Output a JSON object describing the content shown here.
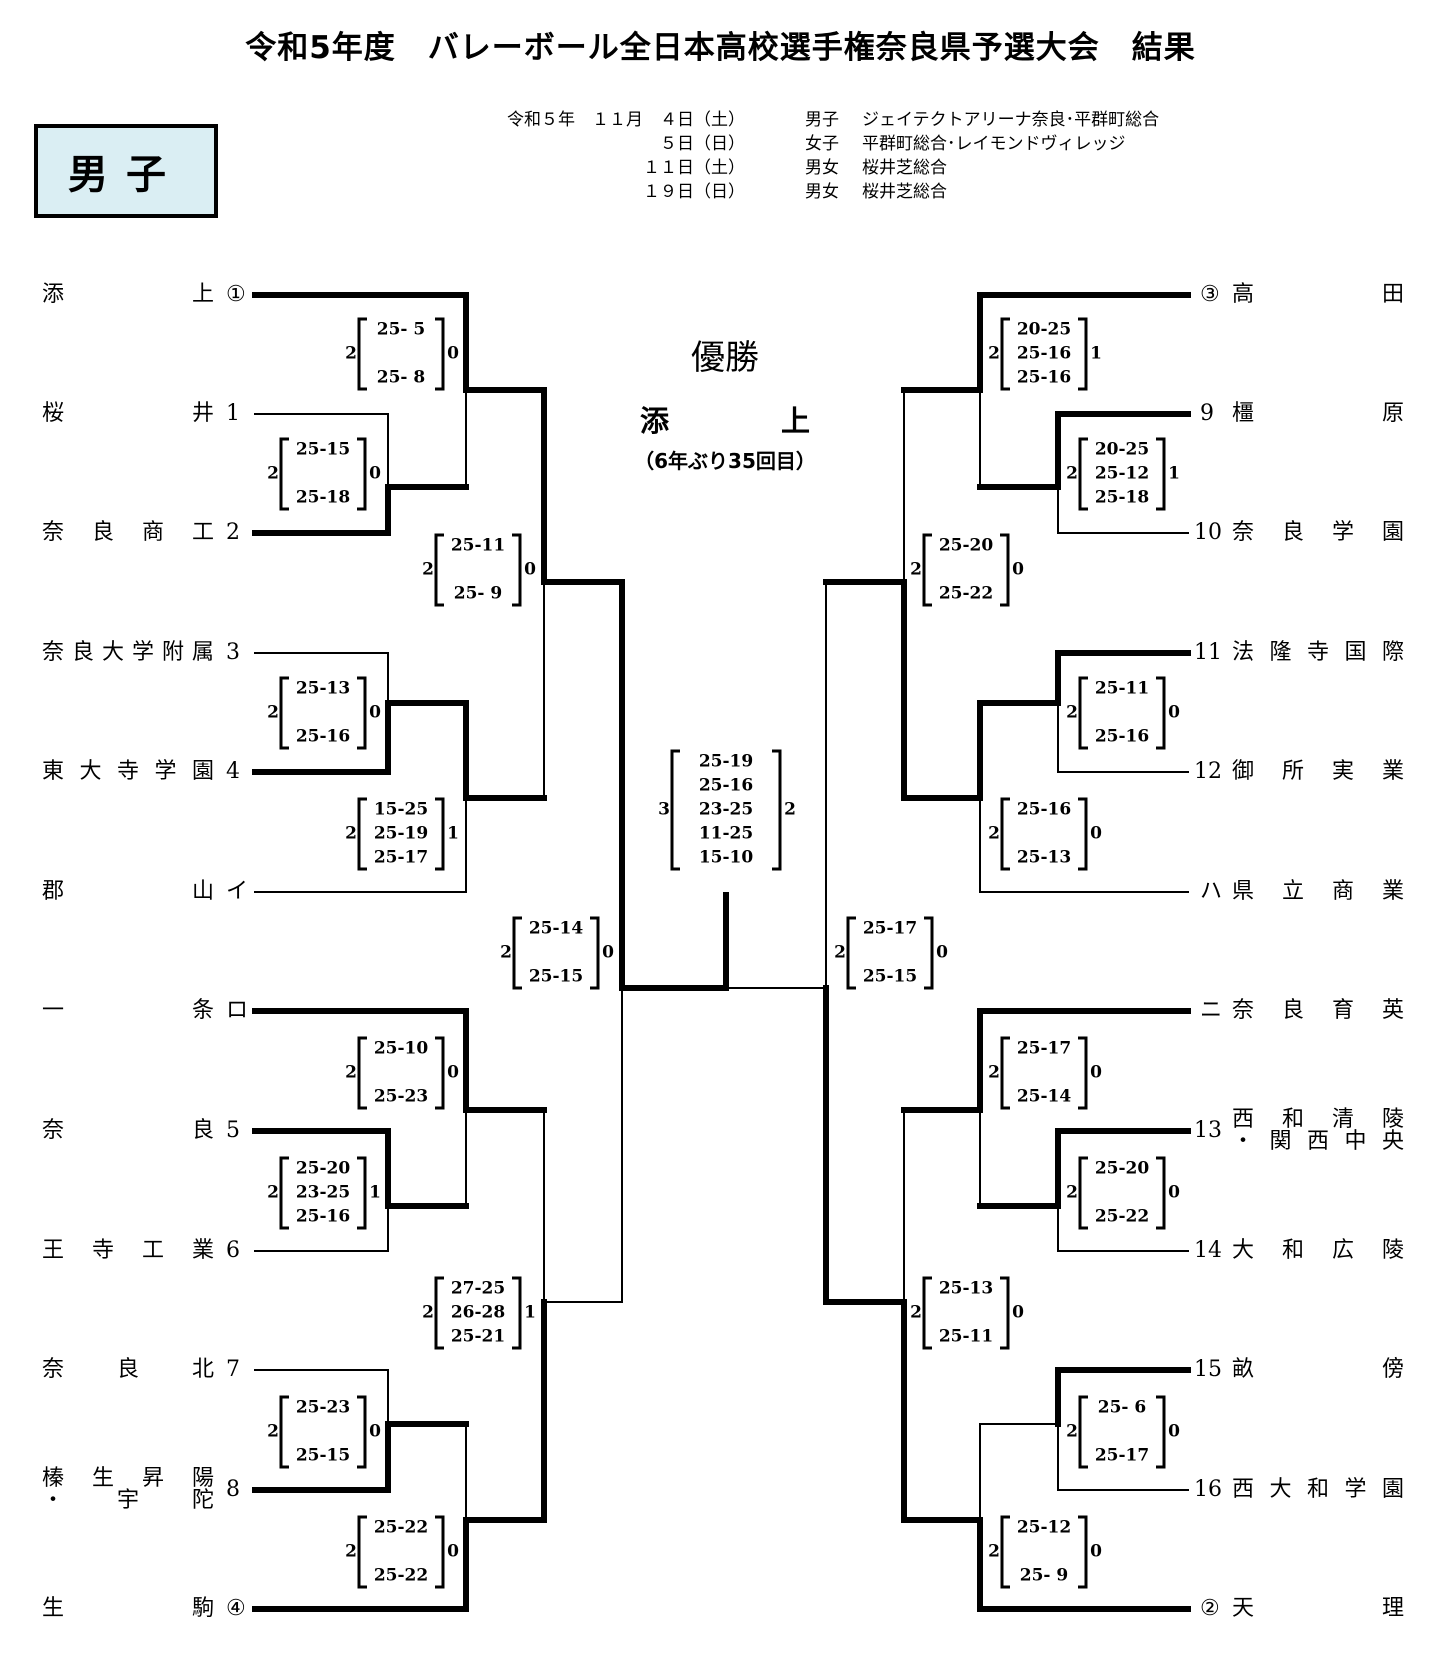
{
  "title": "令和5年度　バレーボール全日本高校選手権奈良県予選大会　結果",
  "schedule": [
    {
      "date": "令和５年　１１月　４日（土）",
      "gender": "男子",
      "venue": "ジェイテクトアリーナ奈良･平群町総合"
    },
    {
      "date": "５日（日）",
      "gender": "女子",
      "venue": "平群町総合･レイモンドヴィレッジ"
    },
    {
      "date": "１１日（土）",
      "gender": "男女",
      "venue": "桜井芝総合"
    },
    {
      "date": "１９日（日）",
      "gender": "男女",
      "venue": "桜井芝総合"
    }
  ],
  "division": "男子",
  "champion": {
    "label": "優勝",
    "team": "添上",
    "note": "（6年ぶり35回目）"
  },
  "left_teams": [
    {
      "name": "添上",
      "seed": "①"
    },
    {
      "name": "桜井",
      "seed": "1"
    },
    {
      "name": "奈良商工",
      "seed": "2"
    },
    {
      "name": "奈良大学附属",
      "seed": "3"
    },
    {
      "name": "東大寺学園",
      "seed": "4"
    },
    {
      "name": "郡山",
      "seed": "イ"
    },
    {
      "name": "一条",
      "seed": "ロ"
    },
    {
      "name": "奈良",
      "seed": "5"
    },
    {
      "name": "王寺工業",
      "seed": "6"
    },
    {
      "name": "奈良北",
      "seed": "7"
    },
    {
      "name": "榛生昇陽・宇陀",
      "seed": "8",
      "lines": [
        "榛生昇陽",
        "・ 宇 陀"
      ]
    },
    {
      "name": "生駒",
      "seed": "④"
    }
  ],
  "right_teams": [
    {
      "name": "高田",
      "seed": "③"
    },
    {
      "name": "橿原",
      "seed": "9"
    },
    {
      "name": "奈良学園",
      "seed": "10"
    },
    {
      "name": "法隆寺国際",
      "seed": "11"
    },
    {
      "name": "御所実業",
      "seed": "12"
    },
    {
      "name": "県立商業",
      "seed": "ハ"
    },
    {
      "name": "奈良育英",
      "seed": "ニ"
    },
    {
      "name": "西和清陵・関西中央",
      "seed": "13",
      "lines": [
        "西和清陵",
        "・関西中央"
      ]
    },
    {
      "name": "大和広陵",
      "seed": "14"
    },
    {
      "name": "畝傍",
      "seed": "15"
    },
    {
      "name": "西大和学園",
      "seed": "16"
    },
    {
      "name": "天理",
      "seed": "②"
    }
  ],
  "matches": [
    {
      "id": "L1",
      "winner": "添上",
      "loser": "桜井/奈良商工 winner",
      "sets": [
        "25- 5",
        "25- 8"
      ],
      "won": 2,
      "lost": 0
    },
    {
      "id": "L2",
      "winner": "奈良商工",
      "loser": "桜井",
      "sets": [
        "25-15",
        "25-18"
      ],
      "won": 2,
      "lost": 0
    },
    {
      "id": "L3",
      "winner": "添上",
      "loser": "東大寺学園",
      "sets": [
        "25-11",
        "25- 9"
      ],
      "won": 2,
      "lost": 0
    },
    {
      "id": "L4",
      "winner": "東大寺学園",
      "loser": "奈良大学附属",
      "sets": [
        "25-13",
        "25-16"
      ],
      "won": 2,
      "lost": 0
    },
    {
      "id": "L5",
      "winner": "東大寺学園",
      "loser": "郡山",
      "sets": [
        "15-25",
        "25-19",
        "25-17"
      ],
      "won": 2,
      "lost": 1
    },
    {
      "id": "L6",
      "winner": "添上",
      "loser": "生駒",
      "sets": [
        "25-14",
        "25-15"
      ],
      "won": 2,
      "lost": 0
    },
    {
      "id": "L7",
      "winner": "一条",
      "loser": "奈良",
      "sets": [
        "25-10",
        "25-23"
      ],
      "won": 2,
      "lost": 0
    },
    {
      "id": "L8",
      "winner": "奈良",
      "loser": "王寺工業",
      "sets": [
        "25-20",
        "23-25",
        "25-16"
      ],
      "won": 2,
      "lost": 1
    },
    {
      "id": "L9",
      "winner": "生駒",
      "loser": "一条",
      "sets": [
        "27-25",
        "26-28",
        "25-21"
      ],
      "won": 2,
      "lost": 1
    },
    {
      "id": "L10",
      "winner": "榛生昇陽・宇陀",
      "loser": "奈良北",
      "sets": [
        "25-23",
        "25-15"
      ],
      "won": 2,
      "lost": 0
    },
    {
      "id": "L11",
      "winner": "生駒",
      "loser": "榛生昇陽・宇陀",
      "sets": [
        "25-22",
        "25-22"
      ],
      "won": 2,
      "lost": 0
    },
    {
      "id": "F",
      "winner": "添上",
      "loser": "天理",
      "sets": [
        "25-19",
        "25-16",
        "23-25",
        "11-25",
        "15-10"
      ],
      "won": 3,
      "lost": 2
    },
    {
      "id": "R1",
      "winner": "高田",
      "loser": "橿原",
      "sets": [
        "20-25",
        "25-16",
        "25-16"
      ],
      "won": 2,
      "lost": 1
    },
    {
      "id": "R2",
      "winner": "橿原",
      "loser": "奈良学園",
      "sets": [
        "20-25",
        "25-12",
        "25-18"
      ],
      "won": 2,
      "lost": 1
    },
    {
      "id": "R3",
      "winner": "法隆寺国際",
      "loser": "高田",
      "sets": [
        "25-20",
        "25-22"
      ],
      "won": 2,
      "lost": 0
    },
    {
      "id": "R4",
      "winner": "法隆寺国際",
      "loser": "御所実業",
      "sets": [
        "25-11",
        "25-16"
      ],
      "won": 2,
      "lost": 0
    },
    {
      "id": "R5",
      "winner": "法隆寺国際",
      "loser": "県立商業",
      "sets": [
        "25-16",
        "25-13"
      ],
      "won": 2,
      "lost": 0
    },
    {
      "id": "R6",
      "winner": "天理",
      "loser": "法隆寺国際",
      "sets": [
        "25-17",
        "25-15"
      ],
      "won": 2,
      "lost": 0
    },
    {
      "id": "R7",
      "winner": "奈良育英",
      "loser": "西和清陵・関西中央",
      "sets": [
        "25-17",
        "25-14"
      ],
      "won": 2,
      "lost": 0
    },
    {
      "id": "R8",
      "winner": "西和清陵・関西中央",
      "loser": "大和広陵",
      "sets": [
        "25-20",
        "25-22"
      ],
      "won": 2,
      "lost": 0
    },
    {
      "id": "R9",
      "winner": "天理",
      "loser": "奈良育英",
      "sets": [
        "25-13",
        "25-11"
      ],
      "won": 2,
      "lost": 0
    },
    {
      "id": "R10",
      "winner": "畝傍",
      "loser": "西大和学園",
      "sets": [
        "25- 6",
        "25-17"
      ],
      "won": 2,
      "lost": 0
    },
    {
      "id": "R11",
      "winner": "天理",
      "loser": "畝傍",
      "sets": [
        "25-12",
        "25- 9"
      ],
      "won": 2,
      "lost": 0
    }
  ]
}
